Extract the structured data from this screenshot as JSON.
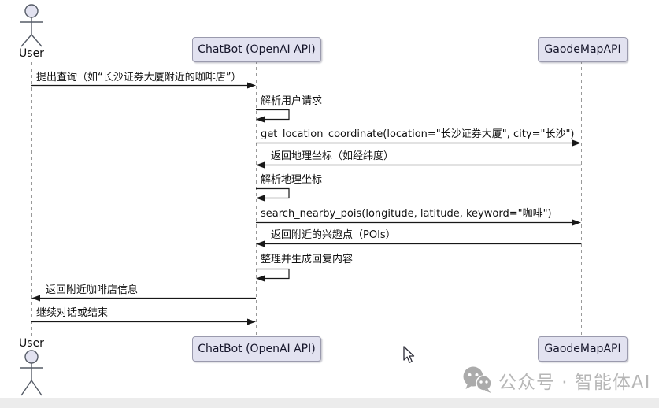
{
  "diagram_type": "sequence",
  "participants": [
    {
      "id": "user",
      "kind": "actor",
      "label": "User"
    },
    {
      "id": "chatbot",
      "kind": "participant",
      "label": "ChatBot (OpenAI API)"
    },
    {
      "id": "gaode",
      "kind": "participant",
      "label": "GaodeMapAPI"
    }
  ],
  "messages": [
    {
      "index": 1,
      "from": "User",
      "to": "ChatBot (OpenAI API)",
      "label": "提出查询（如“长沙证券大厦附近的咖啡店”）"
    },
    {
      "index": 2,
      "from": "ChatBot (OpenAI API)",
      "to": "ChatBot (OpenAI API)",
      "label": "解析用户请求"
    },
    {
      "index": 3,
      "from": "ChatBot (OpenAI API)",
      "to": "GaodeMapAPI",
      "label": "get_location_coordinate(location=\"长沙证券大厦\", city=\"长沙\")"
    },
    {
      "index": 4,
      "from": "GaodeMapAPI",
      "to": "ChatBot (OpenAI API)",
      "label": "返回地理坐标（如经纬度）"
    },
    {
      "index": 5,
      "from": "ChatBot (OpenAI API)",
      "to": "ChatBot (OpenAI API)",
      "label": "解析地理坐标"
    },
    {
      "index": 6,
      "from": "ChatBot (OpenAI API)",
      "to": "GaodeMapAPI",
      "label": "search_nearby_pois(longitude, latitude, keyword=\"咖啡\")"
    },
    {
      "index": 7,
      "from": "GaodeMapAPI",
      "to": "ChatBot (OpenAI API)",
      "label": "返回附近的兴趣点（POIs）"
    },
    {
      "index": 8,
      "from": "ChatBot (OpenAI API)",
      "to": "ChatBot (OpenAI API)",
      "label": "整理并生成回复内容"
    },
    {
      "index": 9,
      "from": "ChatBot (OpenAI API)",
      "to": "User",
      "label": "返回附近咖啡店信息"
    },
    {
      "index": 10,
      "from": "User",
      "to": "ChatBot (OpenAI API)",
      "label": "继续对话或结束"
    }
  ],
  "watermark": {
    "icon": "wechat-icon",
    "text": "公众号 · 智能体AI"
  },
  "colors": {
    "participant_fill": "#E2E2F0",
    "participant_border": "#9a9aad",
    "message_line": "#181818",
    "lifeline": "#999999",
    "watermark_text": "#b6b6b6",
    "bottom_strip": "#ececec",
    "background": "#ffffff"
  }
}
